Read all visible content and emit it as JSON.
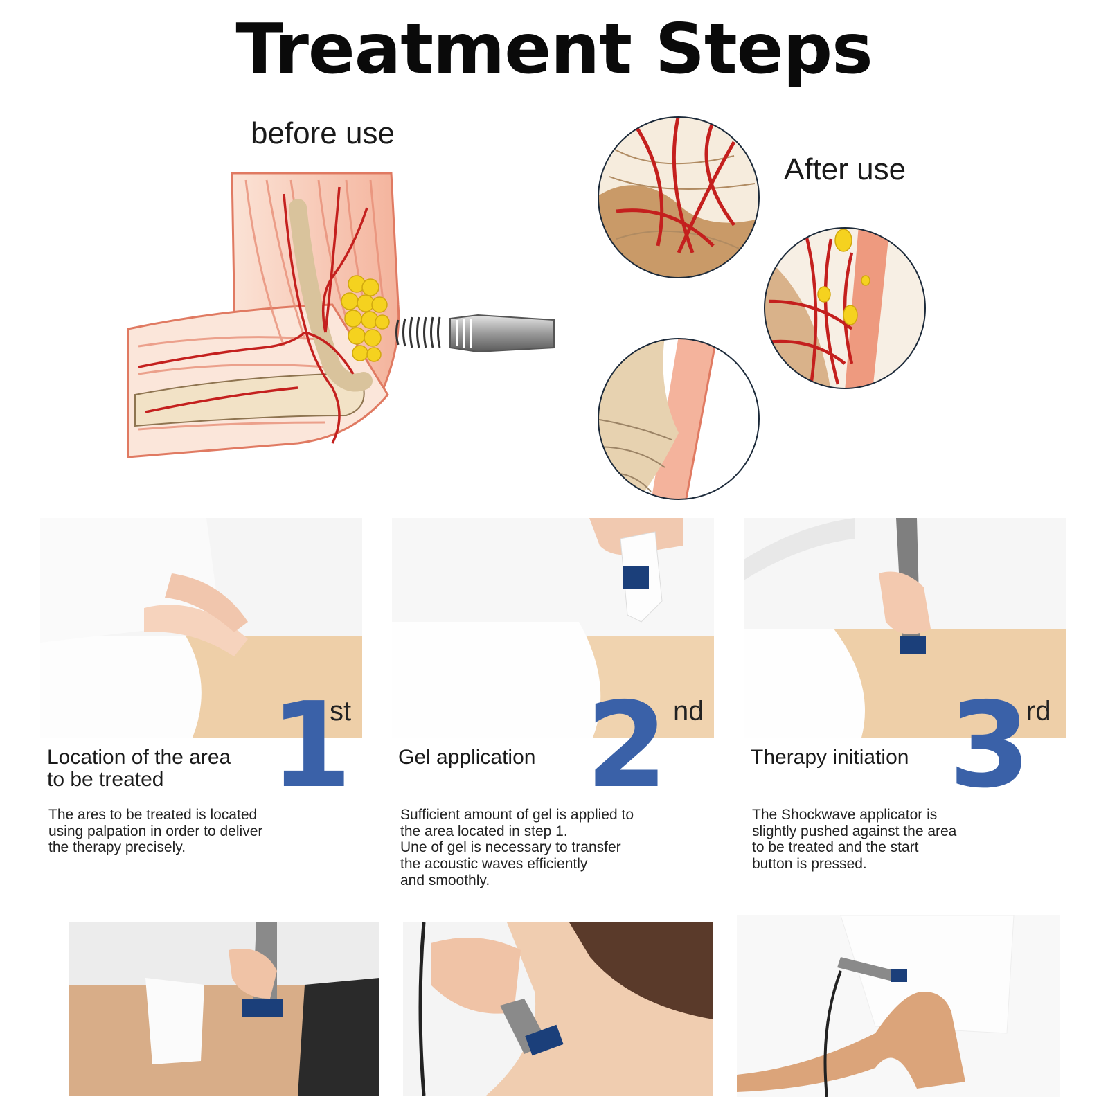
{
  "title": "Treatment Steps",
  "illustration": {
    "before_label": "before use",
    "after_label": "After use"
  },
  "steps": [
    {
      "number": "1",
      "suffix": "st",
      "title_line1": "Location of the area",
      "title_line2": "to be treated",
      "desc_lines": [
        "The ares to be treated is located",
        "using palpation in order to deliver",
        "the therapy precisely."
      ]
    },
    {
      "number": "2",
      "suffix": "nd",
      "title_line1": "Gel application",
      "title_line2": "",
      "desc_lines": [
        "Sufficient amount of gel is applied to",
        "the area located in step 1.",
        "Une of gel is necessary to transfer",
        "the acoustic waves efficiently",
        "and smoothly."
      ]
    },
    {
      "number": "3",
      "suffix": "rd",
      "title_line1": "Therapy initiation",
      "title_line2": "",
      "desc_lines": [
        "The Shockwave applicator is",
        "slightly pushed against the area",
        "to be treated and the start",
        "button is pressed."
      ]
    }
  ],
  "colors": {
    "accent_blue": "#3a61a8",
    "skin": "#e9b98e",
    "muscle": "#e8826a",
    "artery": "#c4201e",
    "fat": "#f5d21f"
  }
}
